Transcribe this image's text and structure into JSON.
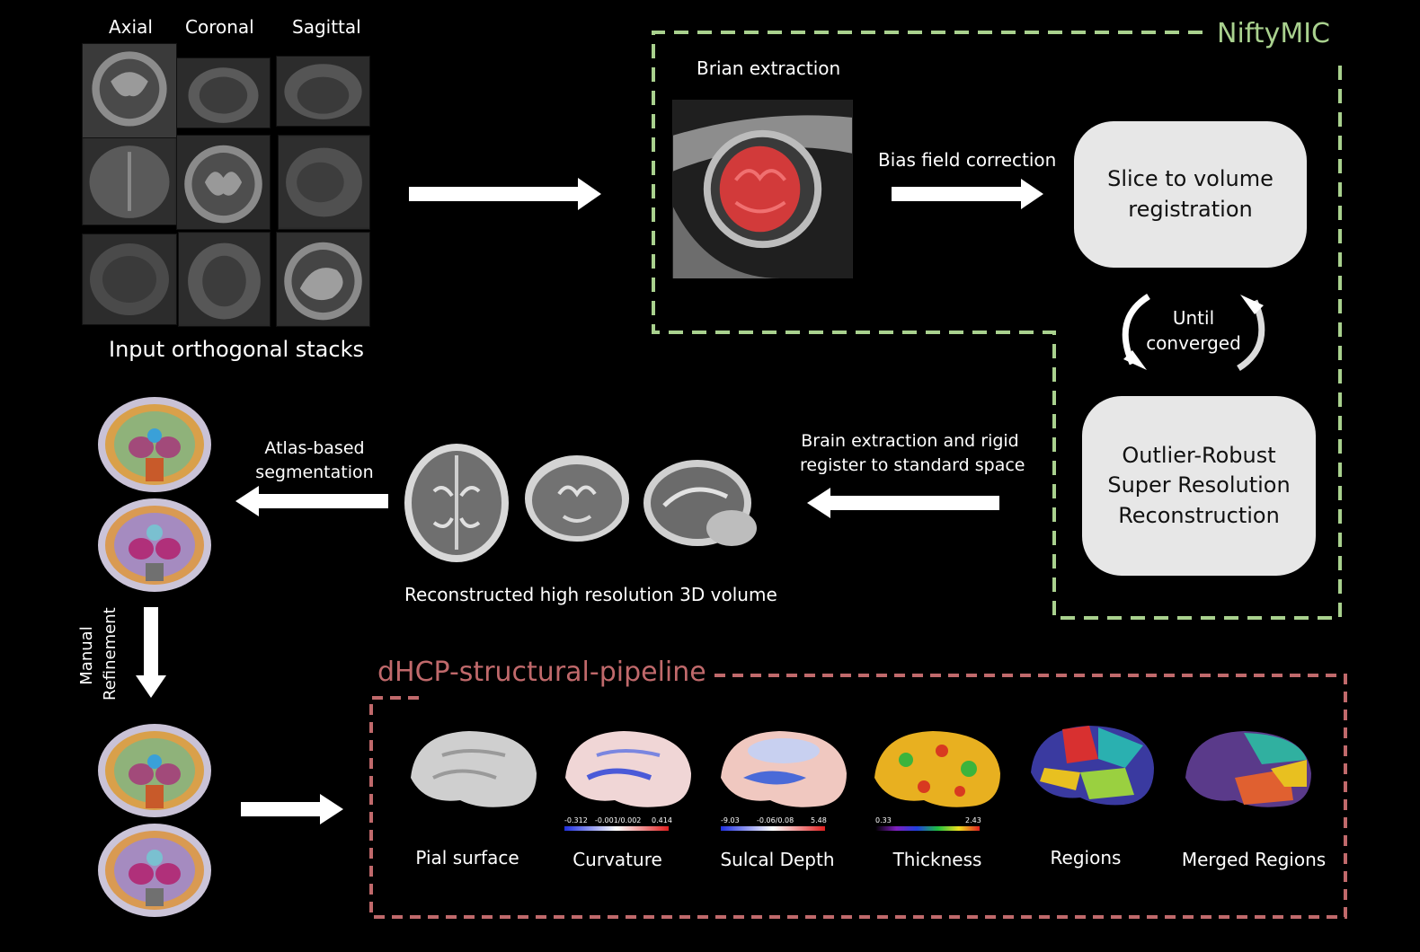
{
  "stacks": {
    "headers": [
      "Axial",
      "Coronal",
      "Sagittal"
    ],
    "caption": "Input orthogonal stacks"
  },
  "niftymic": {
    "title": "NiftyMIC",
    "brain_extraction_label": "Brian extraction",
    "bias_label": "Bias field correction",
    "slice_to_volume": [
      "Slice to volume",
      "registration"
    ],
    "loop_label": [
      "Until",
      "converged"
    ],
    "outlier_robust": [
      "Outlier-Robust",
      "Super Resolution",
      "Reconstruction"
    ]
  },
  "middle": {
    "rigid_label": [
      "Brain extraction and rigid",
      "register to standard space"
    ],
    "atlas_label": [
      "Atlas-based",
      "segmentation"
    ],
    "volume_caption": "Reconstructed high resolution 3D volume",
    "manual_label": [
      "Manual",
      "Refinement"
    ]
  },
  "dhcp": {
    "title": "dHCP-structural-pipeline",
    "surfaces": [
      {
        "label": "Pial surface"
      },
      {
        "label": "Curvature",
        "scale": [
          "-0.312",
          "-0.001/0.002",
          "0.414"
        ]
      },
      {
        "label": "Sulcal Depth",
        "scale": [
          "-9.03",
          "-0.06/0.08",
          "5.48"
        ]
      },
      {
        "label": "Thickness",
        "scale": [
          "0.33",
          "",
          "2.43"
        ]
      },
      {
        "label": "Regions"
      },
      {
        "label": "Merged Regions"
      }
    ]
  },
  "colors": {
    "niftymic_green": "#a9d18e",
    "dhcp_red": "#c0696b",
    "pill_fill": "#e7e7e7",
    "arrow": "#ffffff"
  }
}
